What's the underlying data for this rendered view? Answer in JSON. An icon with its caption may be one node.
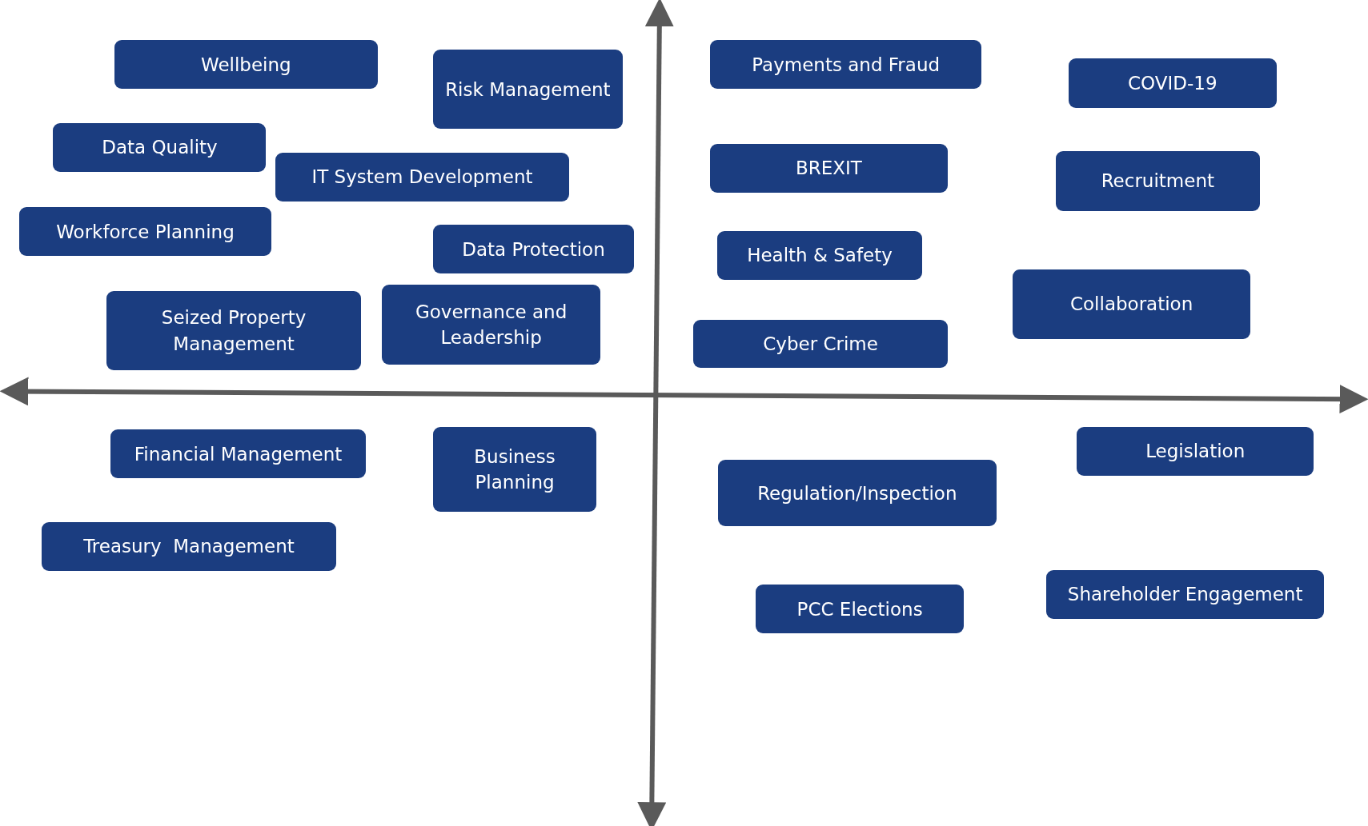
{
  "diagram": {
    "nodes": [
      {
        "text": [
          "Wellbeing"
        ]
      },
      {
        "text": [
          "Risk Management"
        ]
      },
      {
        "text": [
          "Payments and Fraud"
        ]
      },
      {
        "text": [
          "COVID-19"
        ]
      },
      {
        "text": [
          "Data Quality"
        ]
      },
      {
        "text": [
          "IT System Development"
        ]
      },
      {
        "text": [
          "BREXIT"
        ]
      },
      {
        "text": [
          "Recruitment"
        ]
      },
      {
        "text": [
          "Workforce Planning"
        ]
      },
      {
        "text": [
          "Data Protection"
        ]
      },
      {
        "text": [
          "Health & Safety"
        ]
      },
      {
        "text": [
          "Collaboration"
        ]
      },
      {
        "text": [
          "Seized Property Management"
        ]
      },
      {
        "text": [
          "Governance and Leadership"
        ]
      },
      {
        "text": [
          "Cyber Crime"
        ]
      },
      {
        "text": [
          "Financial Management"
        ]
      },
      {
        "text": [
          "Business Planning"
        ]
      },
      {
        "text": [
          "Legislation"
        ]
      },
      {
        "text": [
          "Regulation/Inspection"
        ]
      },
      {
        "text": [
          "Treasury  Management"
        ]
      },
      {
        "text": [
          "PCC Elections"
        ]
      },
      {
        "text": [
          "Shareholder Engagement"
        ]
      }
    ]
  }
}
